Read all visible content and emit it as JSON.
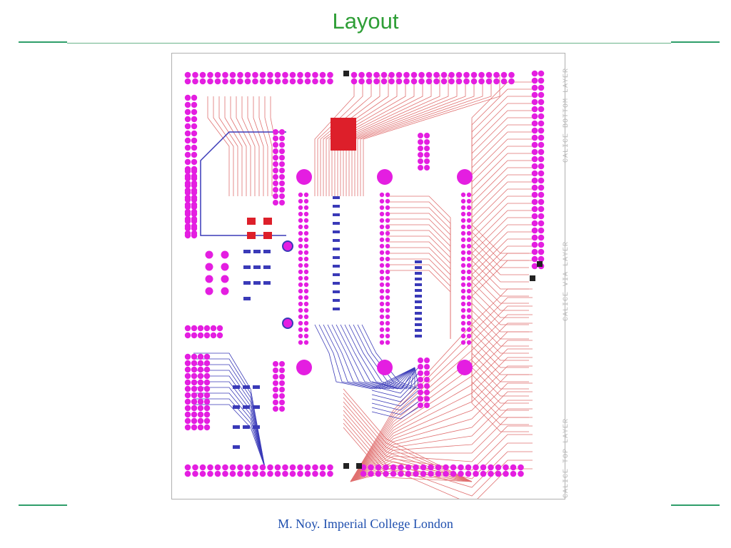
{
  "slide": {
    "title": "Layout",
    "footer": "M. Noy. Imperial College London"
  },
  "board": {
    "layer_labels": [
      "CALICE BOTTOM LAYER",
      "CALICE  VIA LAYER",
      "CALICE TOP LAYER"
    ]
  },
  "colors": {
    "title": "#2e9e36",
    "rule": "#2e9e6a",
    "footer": "#1f4fae",
    "pad": "#e41ee1",
    "top_trace": "#e07070",
    "bottom_trace": "#3a3ab8",
    "component": "#dd1f2a",
    "via_dark": "#222222"
  }
}
